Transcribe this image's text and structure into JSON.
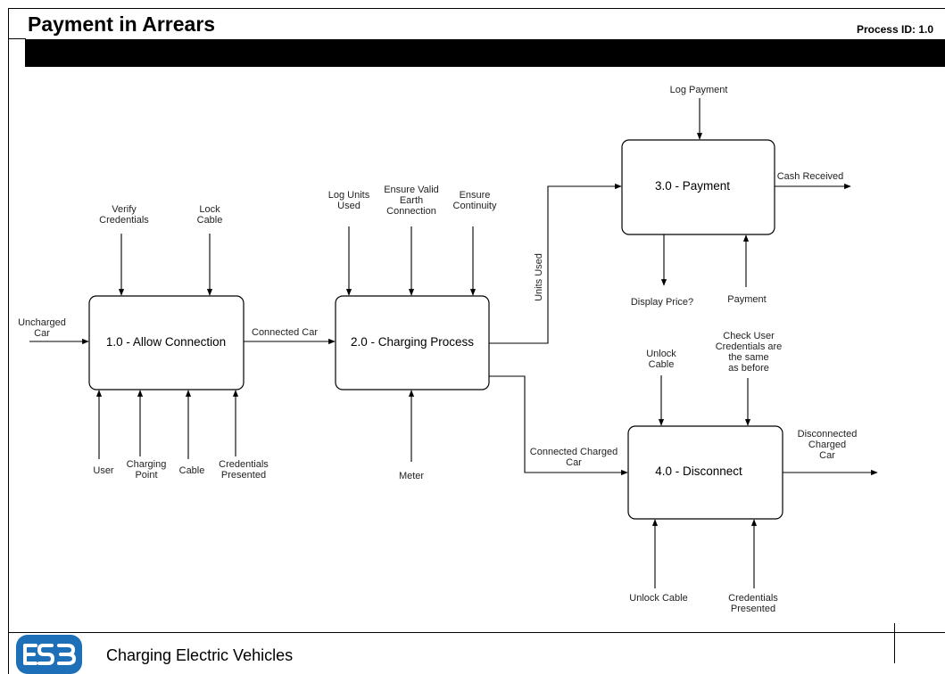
{
  "header": {
    "title": "Payment in Arrears",
    "process_id": "Process ID: 1.0"
  },
  "footer": {
    "title": "Charging Electric Vehicles",
    "logo_text": "ESB"
  },
  "processes": [
    {
      "id": "p1",
      "label": "1.0 - Allow Connection"
    },
    {
      "id": "p2",
      "label": "2.0 - Charging Process"
    },
    {
      "id": "p3",
      "label": "3.0 - Payment"
    },
    {
      "id": "p4",
      "label": "4.0 - Disconnect"
    }
  ],
  "labels": {
    "uncharged_car": [
      "Uncharged",
      "Car"
    ],
    "verify_credentials": [
      "Verify",
      "Credentials"
    ],
    "lock_cable": [
      "Lock",
      "Cable"
    ],
    "user": [
      "User"
    ],
    "charging_point": [
      "Charging",
      "Point"
    ],
    "cable": [
      "Cable"
    ],
    "credentials_presented_1": [
      "Credentials",
      "Presented"
    ],
    "connected_car": [
      "Connected Car"
    ],
    "log_units_used": [
      "Log Units",
      "Used"
    ],
    "ensure_valid_earth": [
      "Ensure Valid",
      "Earth",
      "Connection"
    ],
    "ensure_continuity": [
      "Ensure",
      "Continuity"
    ],
    "meter": [
      "Meter"
    ],
    "units_used": [
      "Units Used"
    ],
    "connected_charged_car": [
      "Connected Charged",
      "Car"
    ],
    "log_payment": [
      "Log Payment"
    ],
    "cash_received": [
      "Cash Received"
    ],
    "display_price": [
      "Display Price?"
    ],
    "payment": [
      "Payment"
    ],
    "unlock_cable_top": [
      "Unlock",
      "Cable"
    ],
    "check_user_credentials": [
      "Check User",
      "Credentials are",
      "the same",
      "as before"
    ],
    "disconnected_charged_car": [
      "Disconnected",
      "Charged",
      "Car"
    ],
    "unlock_cable_bottom": [
      "Unlock Cable"
    ],
    "credentials_presented_4": [
      "Credentials",
      "Presented"
    ]
  }
}
